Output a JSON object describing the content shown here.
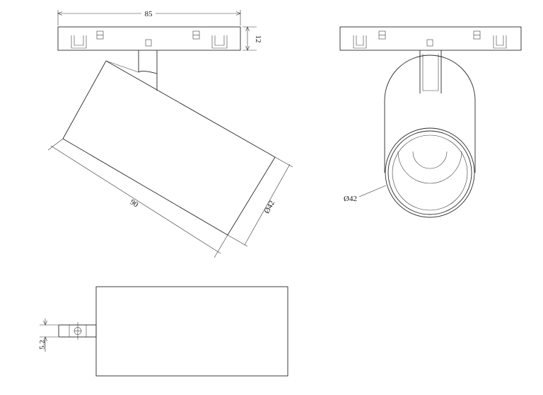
{
  "drawing": {
    "dim_width_top": "85",
    "dim_height_rail": "12",
    "dim_length_body": "90",
    "dim_diameter_side": "Ø42",
    "dim_diameter_front": "Ø42",
    "dim_offset_bottom": "5.2"
  },
  "colors": {
    "line": "#2a2a2a",
    "background": "#ffffff"
  }
}
